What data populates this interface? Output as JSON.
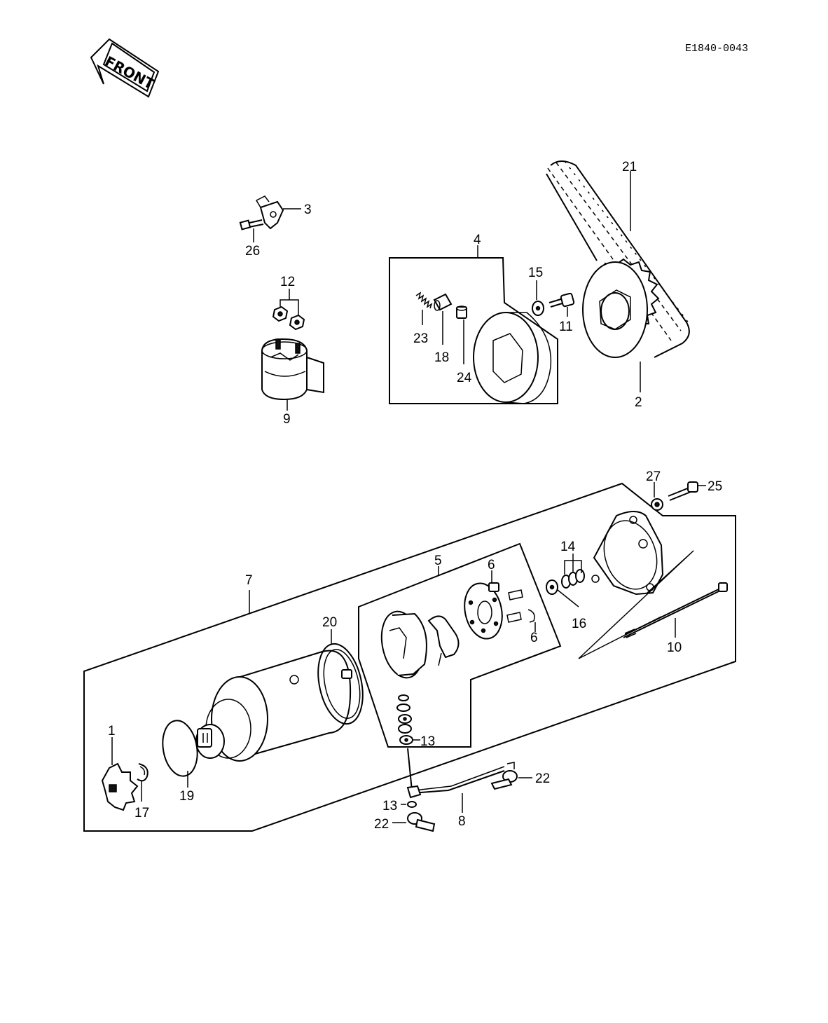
{
  "diagram_code": "E1840-0043",
  "front_label": "FRONT",
  "callouts": [
    "1",
    "2",
    "3",
    "4",
    "5",
    "6",
    "6",
    "7",
    "8",
    "9",
    "10",
    "11",
    "12",
    "13",
    "13",
    "14",
    "15",
    "16",
    "17",
    "18",
    "19",
    "20",
    "21",
    "22",
    "22",
    "23",
    "24",
    "25",
    "26",
    "27"
  ]
}
